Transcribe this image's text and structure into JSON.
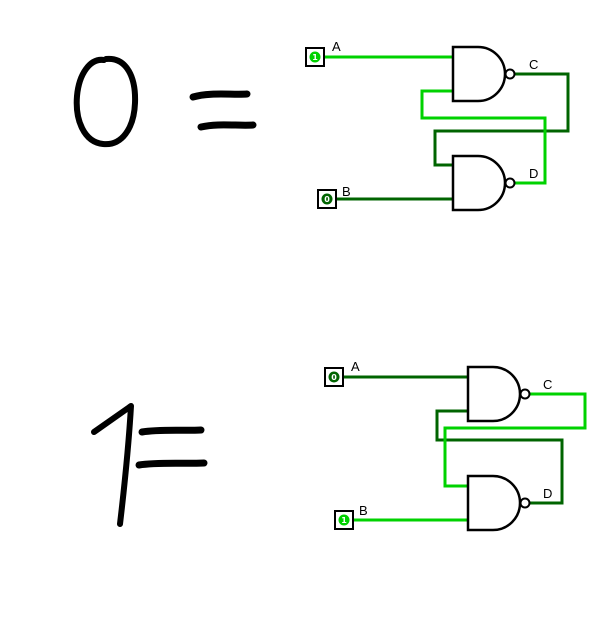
{
  "canvas": {
    "background": "#ffffff"
  },
  "colors": {
    "wire_high": "#00d200",
    "wire_low": "#006400",
    "outline": "#000000",
    "ink": "#000000"
  },
  "handwriting": [
    {
      "id": "zero-equals",
      "meaning": "0 ="
    },
    {
      "id": "one-equals",
      "meaning": "1 ="
    }
  ],
  "circuits": [
    {
      "id": "sr-latch-output-0",
      "inputs": [
        {
          "label": "A",
          "value": "1",
          "state": "high"
        },
        {
          "label": "B",
          "value": "0",
          "state": "low"
        }
      ],
      "nodes": [
        {
          "label": "C",
          "state": "low"
        },
        {
          "label": "D",
          "state": "high"
        }
      ]
    },
    {
      "id": "sr-latch-output-1",
      "inputs": [
        {
          "label": "A",
          "value": "0",
          "state": "low"
        },
        {
          "label": "B",
          "value": "1",
          "state": "high"
        }
      ],
      "nodes": [
        {
          "label": "C",
          "state": "high"
        },
        {
          "label": "D",
          "state": "low"
        }
      ]
    }
  ]
}
